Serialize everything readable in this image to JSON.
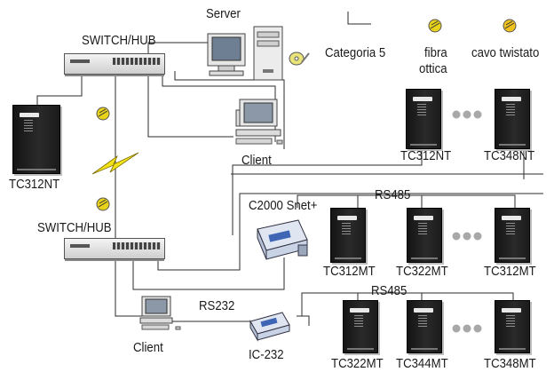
{
  "labels": {
    "server": "Server",
    "switch_hub_top": "SWITCH/HUB",
    "switch_hub_bottom": "SWITCH/HUB",
    "client_top": "Client",
    "client_bottom": "Client",
    "tc312nt_left": "TC312NT",
    "legend_cat5": "Categoria 5",
    "legend_fibra_1": "fibra",
    "legend_fibra_2": "ottica",
    "legend_twist": "cavo twistato",
    "tc312nt_right": "TC312NT",
    "tc348nt": "TC348NT",
    "c2000": "C2000 Snet+",
    "rs485_top": "RS485",
    "rs485_bottom": "RS485",
    "tc312mt_a": "TC312MT",
    "tc322mt_a": "TC322MT",
    "tc312mt_b": "TC312MT",
    "rs232": "RS232",
    "ic232": "IC-232",
    "tc322mt_b": "TC322MT",
    "tc344mt": "TC344MT",
    "tc348mt": "TC348MT"
  },
  "colors": {
    "wire": "#2b2b2b",
    "fiber_icon": "#e8d21a",
    "twisted_icon": "#f0c21e",
    "lightning": "#f2e21a",
    "panel": "#1b1b1b",
    "converter": "#3f66b5"
  },
  "icons": {
    "server": "server-tower-icon",
    "monitor": "crt-monitor-icon",
    "cd": "cd-disk-icon",
    "client": "desktop-client-icon",
    "converter": "serial-converter-icon",
    "fiber": "fiber-optic-icon",
    "twisted": "twisted-pair-icon",
    "wireless": "lightning-link-icon",
    "ellipsis": "ellipsis-dots-icon"
  }
}
